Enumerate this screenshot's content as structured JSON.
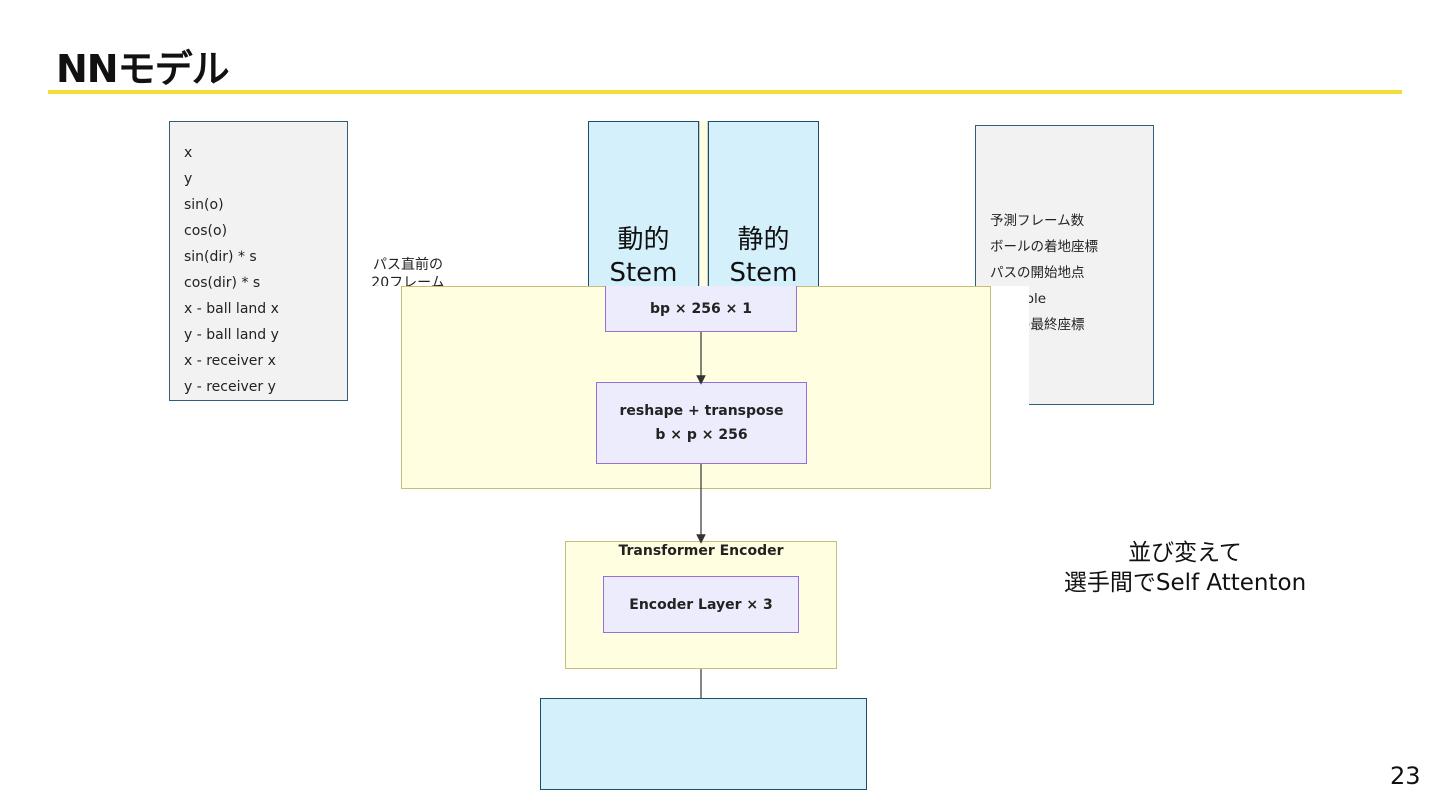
{
  "slide": {
    "title": "NNモデル",
    "page_number": "23"
  },
  "left_features": [
    "x",
    "y",
    "sin(o)",
    "cos(o)",
    "sin(dir) * s",
    "cos(dir) * s",
    "x - ball land x",
    "y - ball land y",
    "x - receiver x",
    "y - receiver y"
  ],
  "right_features": [
    "予測フレーム数",
    "ボールの着地座標",
    "パスの開始地点",
    "ャーRole",
    "ャーの最終座標"
  ],
  "stems": {
    "dynamic": {
      "line1": "動的",
      "line2": "Stem"
    },
    "static": {
      "line1": "静的",
      "line2": "Stem"
    }
  },
  "pass_note": {
    "line1": "パス直前の",
    "line2": "20フレーム"
  },
  "nodes": {
    "bp_shape": "bp × 256 × 1",
    "reshape": {
      "line1": "reshape + transpose",
      "line2": "b × p × 256"
    },
    "encoder_title": "Transformer Encoder",
    "encoder_layer": "Encoder Layer × 3"
  },
  "annotation": {
    "line1": "並び変えて",
    "line2": "選手間でSelf Attenton"
  },
  "colors": {
    "accent_rule": "#f2de3a",
    "stem_fill": "#d4f0fb",
    "group_fill": "#fffee0",
    "node_fill": "#ececfd",
    "node_border": "#9370db"
  }
}
